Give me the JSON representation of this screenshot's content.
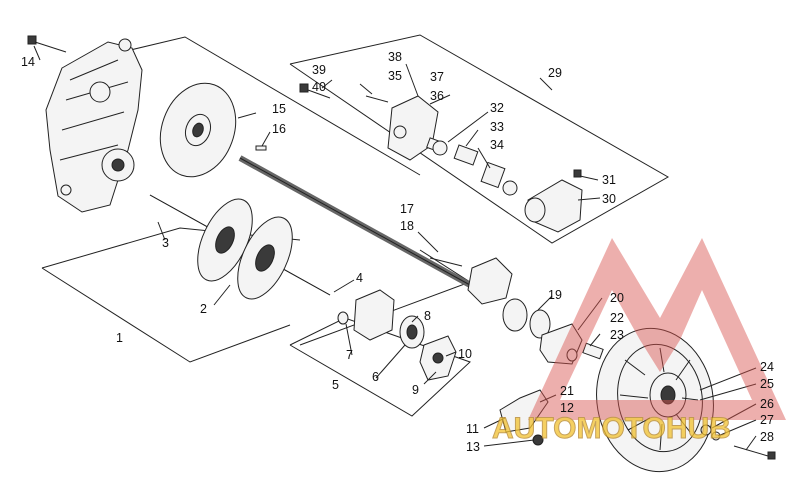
{
  "callouts": [
    {
      "id": "c1",
      "text": "1"
    },
    {
      "id": "c2",
      "text": "2"
    },
    {
      "id": "c3",
      "text": "3"
    },
    {
      "id": "c4",
      "text": "4"
    },
    {
      "id": "c5",
      "text": "5"
    },
    {
      "id": "c6",
      "text": "6"
    },
    {
      "id": "c7",
      "text": "7"
    },
    {
      "id": "c8",
      "text": "8"
    },
    {
      "id": "c9",
      "text": "9"
    },
    {
      "id": "c10",
      "text": "10"
    },
    {
      "id": "c11",
      "text": "11"
    },
    {
      "id": "c12",
      "text": "12"
    },
    {
      "id": "c13",
      "text": "13"
    },
    {
      "id": "c14",
      "text": "14"
    },
    {
      "id": "c15",
      "text": "15"
    },
    {
      "id": "c16",
      "text": "16"
    },
    {
      "id": "c17",
      "text": "17"
    },
    {
      "id": "c18",
      "text": "18"
    },
    {
      "id": "c19",
      "text": "19"
    },
    {
      "id": "c20",
      "text": "20"
    },
    {
      "id": "c21",
      "text": "21"
    },
    {
      "id": "c22",
      "text": "22"
    },
    {
      "id": "c23",
      "text": "23"
    },
    {
      "id": "c24",
      "text": "24"
    },
    {
      "id": "c25",
      "text": "25"
    },
    {
      "id": "c26",
      "text": "26"
    },
    {
      "id": "c27",
      "text": "27"
    },
    {
      "id": "c28",
      "text": "28"
    },
    {
      "id": "c29",
      "text": "29"
    },
    {
      "id": "c30",
      "text": "30"
    },
    {
      "id": "c31",
      "text": "31"
    },
    {
      "id": "c32",
      "text": "32"
    },
    {
      "id": "c33",
      "text": "33"
    },
    {
      "id": "c34",
      "text": "34"
    },
    {
      "id": "c35",
      "text": "35"
    },
    {
      "id": "c36",
      "text": "36"
    },
    {
      "id": "c37",
      "text": "37"
    },
    {
      "id": "c38",
      "text": "38"
    },
    {
      "id": "c39",
      "text": "39"
    },
    {
      "id": "c40",
      "text": "40"
    }
  ],
  "watermark": {
    "text": "AUTOMOTOHUB",
    "colors": {
      "logo": "#d9534f",
      "text_fill": "#f2c232",
      "text_outline": "#b5862a"
    }
  }
}
